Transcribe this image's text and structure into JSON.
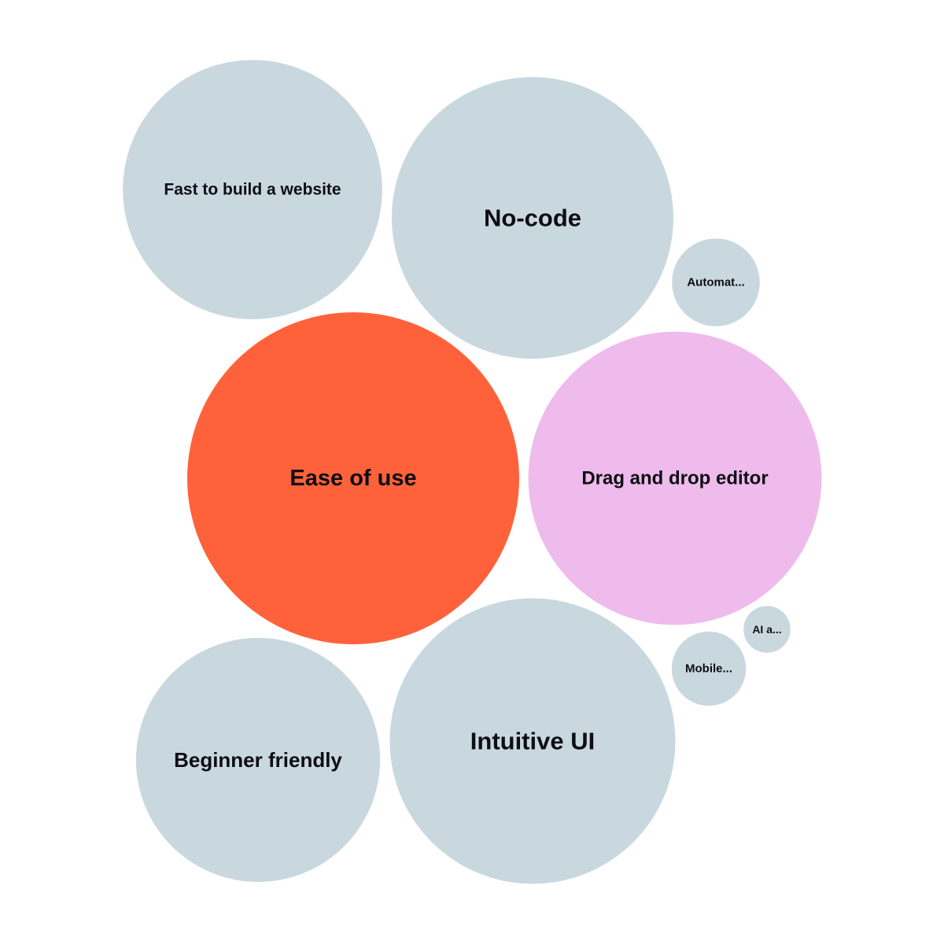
{
  "chart_data": {
    "type": "bubble",
    "colors": {
      "default": "#c9d8df",
      "highlight_primary": "#ff623a",
      "highlight_secondary": "#eebbec",
      "label": "#0d0d12"
    },
    "bubbles": [
      {
        "label": "Ease of use",
        "full_label": "Ease of use",
        "value": 100,
        "color": "#ff623a"
      },
      {
        "label": "Drag and drop editor",
        "full_label": "Drag and drop editor",
        "value": 78,
        "color": "#eebbec"
      },
      {
        "label": "Intuitive UI",
        "full_label": "Intuitive UI",
        "value": 74,
        "color": "#c9d8df"
      },
      {
        "label": "No-code",
        "full_label": "No-code",
        "value": 72,
        "color": "#c9d8df"
      },
      {
        "label": "Fast to build a website",
        "full_label": "Fast to build a website",
        "value": 61,
        "color": "#c9d8df"
      },
      {
        "label": "Beginner friendly",
        "full_label": "Beginner friendly",
        "value": 54,
        "color": "#c9d8df"
      },
      {
        "label": "Automat...",
        "full_label": "Automat...",
        "value": 7,
        "color": "#c9d8df"
      },
      {
        "label": "Mobile...",
        "full_label": "Mobile...",
        "value": 5,
        "color": "#c9d8df"
      },
      {
        "label": "AI a...",
        "full_label": "AI a...",
        "value": 2,
        "color": "#c9d8df"
      }
    ]
  }
}
